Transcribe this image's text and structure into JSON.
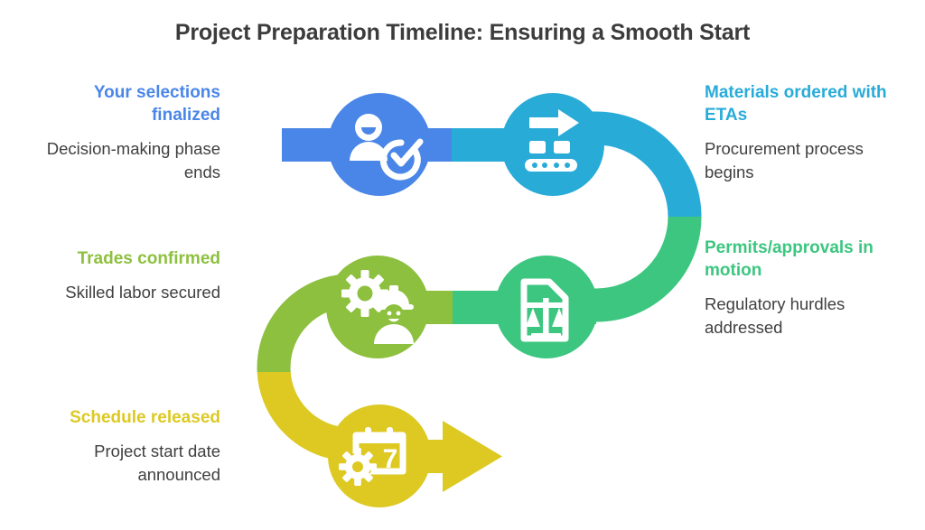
{
  "title": "Project Preparation Timeline: Ensuring a Smooth Start",
  "colors": {
    "blue": "#4a86e8",
    "cyan": "#29abd8",
    "green": "#3cc67f",
    "lime": "#8dc03e",
    "yellow": "#ddc922",
    "title_text": "#3c3c3c",
    "body_text": "#404040",
    "background": "#ffffff"
  },
  "steps": [
    {
      "id": "selections",
      "heading": "Your selections finalized",
      "description": "Decision-making phase ends",
      "color": "#4a86e8",
      "icon": "person-check-icon",
      "side": "left",
      "row": 1
    },
    {
      "id": "materials",
      "heading": "Materials ordered with ETAs",
      "description": "Procurement process begins",
      "color": "#29abd8",
      "icon": "conveyor-shipping-icon",
      "side": "right",
      "row": 1
    },
    {
      "id": "trades",
      "heading": "Trades confirmed",
      "description": "Skilled labor secured",
      "color": "#8dc03e",
      "icon": "gear-worker-icon",
      "side": "left",
      "row": 2
    },
    {
      "id": "permits",
      "heading": "Permits/approvals in motion",
      "description": "Regulatory hurdles addressed",
      "color": "#3cc67f",
      "icon": "document-scales-icon",
      "side": "right",
      "row": 2
    },
    {
      "id": "schedule",
      "heading": "Schedule released",
      "description": "Project start date announced",
      "color": "#ddc922",
      "icon": "calendar-gear-icon",
      "calendar_day": "7",
      "side": "left",
      "row": 3
    }
  ]
}
